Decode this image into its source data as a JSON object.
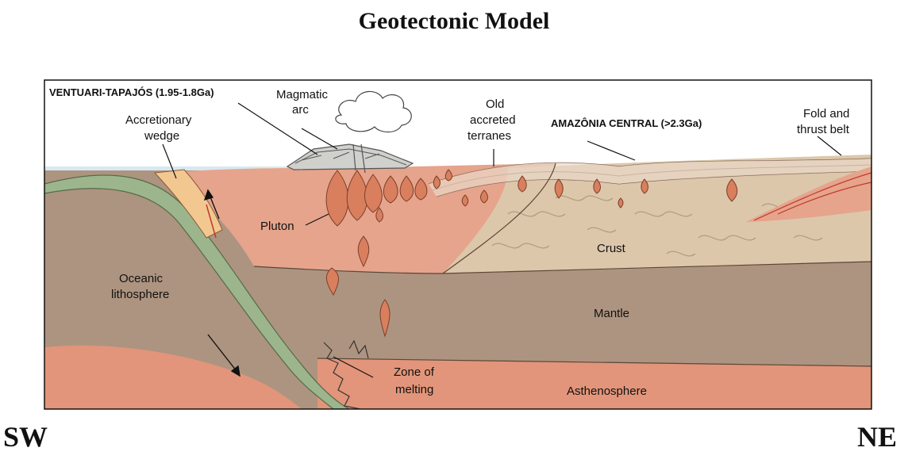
{
  "title": "Geotectonic Model",
  "directions": {
    "left": "SW",
    "right": "NE"
  },
  "labels": {
    "ventuari": "VENTUARI-TAPAJÓS (1.95-1.8Ga)",
    "magmatic_arc_1": "Magmatic",
    "magmatic_arc_2": "arc",
    "old_terranes_1": "Old",
    "old_terranes_2": "accreted",
    "old_terranes_3": "terranes",
    "amazonia": "AMAZÔNIA CENTRAL (>2.3Ga)",
    "fold_1": "Fold and",
    "fold_2": "thrust belt",
    "wedge_1": "Accretionary",
    "wedge_2": "wedge",
    "pluton": "Pluton",
    "crust": "Crust",
    "oceanic_1": "Oceanic",
    "oceanic_2": "lithosphere",
    "mantle": "Mantle",
    "melting_1": "Zone of",
    "melting_2": "melting",
    "asthenosphere": "Asthenosphere"
  },
  "colors": {
    "water": "#d8e8f0",
    "mantle": "#ad9480",
    "asthenosphere": "#e2957a",
    "arc_crust": "#e6a48c",
    "continental_crust": "#dcc7aa",
    "oceanic_crust": "#9cb58c",
    "pluton": "#d97f5e"
  }
}
